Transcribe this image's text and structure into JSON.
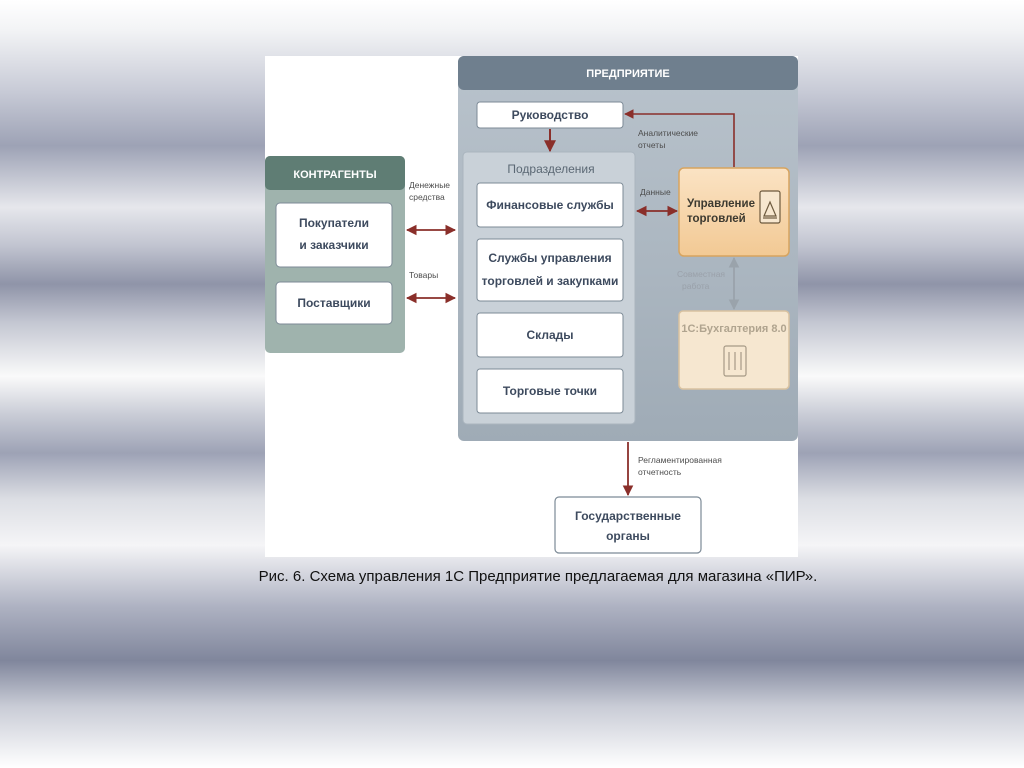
{
  "diagram": {
    "enterprise": {
      "title": "ПРЕДПРИЯТИЕ"
    },
    "management": "Руководство",
    "divisions": {
      "title": "Подразделения",
      "items": [
        "Финансовые службы",
        [
          "Службы управления",
          "торговлей и закупками"
        ],
        "Склады",
        "Торговые точки"
      ]
    },
    "counterparties": {
      "title": "КОНТРАГЕНТЫ",
      "buyers": [
        "Покупатели",
        "и заказчики"
      ],
      "suppliers": "Поставщики"
    },
    "trade_management": [
      "Управление",
      "торговлей"
    ],
    "accounting": "1С:Бухгалтерия 8.0",
    "government": [
      "Государственные",
      "органы"
    ],
    "flows": {
      "money": [
        "Денежные",
        "средства"
      ],
      "goods": "Товары",
      "analytic_reports": [
        "Аналитические",
        "отчеты"
      ],
      "data": "Данные",
      "joint_work": [
        "Совместная",
        "работа"
      ],
      "regulated_reporting": [
        "Регламентированная",
        "отчетность"
      ]
    }
  },
  "caption": "Рис. 6. Схема управления 1С Предприятие предлагаемая для магазина «ПИР»."
}
